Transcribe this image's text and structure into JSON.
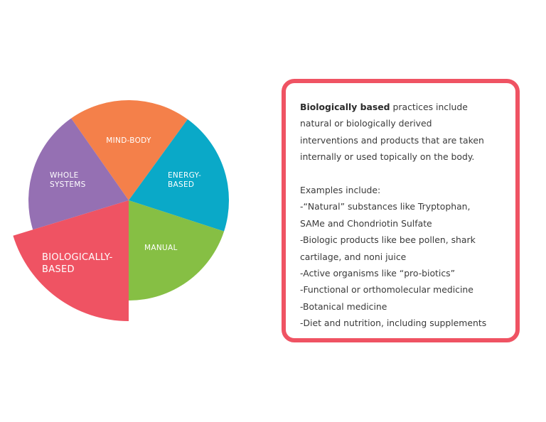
{
  "diagram": {
    "type": "exploded-pie",
    "slices": [
      {
        "key": "mind_body",
        "label_lines": [
          "MIND-BODY"
        ],
        "color": "#f4804a",
        "start_deg": -35,
        "end_deg": 36,
        "exploded": false
      },
      {
        "key": "energy_based",
        "label_lines": [
          "ENERGY-",
          "BASED"
        ],
        "color": "#0aa9c8",
        "start_deg": 36,
        "end_deg": 108,
        "exploded": false
      },
      {
        "key": "manual",
        "label_lines": [
          "MANUAL"
        ],
        "color": "#86bf44",
        "start_deg": 108,
        "end_deg": 180,
        "exploded": false
      },
      {
        "key": "biologically_based",
        "label_lines": [
          "BIOLOGICALLY-",
          "BASED"
        ],
        "color": "#ef5363",
        "start_deg": 180,
        "end_deg": 253,
        "exploded": true
      },
      {
        "key": "whole_systems",
        "label_lines": [
          "WHOLE",
          "SYSTEMS"
        ],
        "color": "#9570b3",
        "start_deg": 253,
        "end_deg": 325,
        "exploded": false
      }
    ]
  },
  "info_box": {
    "border_color": "#ef5363",
    "intro_bold": "Biologically based",
    "intro_rest": " practices include natural or biologically derived interventions and products that are taken internally or used topically on the body.",
    "intro_lines": [
      "practices include",
      "natural or biologically derived",
      "interventions and products that are taken",
      "internally or used topically on the body."
    ],
    "examples_heading": "Examples include:",
    "examples": [
      "-“Natural” substances like Tryptophan,",
      "SAMe and Chondriotin Sulfate",
      "-Biologic products like bee pollen, shark",
      "cartilage, and noni juice",
      "-Active organisms like “pro-biotics”",
      "-Functional or orthomolecular medicine",
      "-Botanical medicine",
      "-Diet and nutrition, including supplements"
    ]
  }
}
